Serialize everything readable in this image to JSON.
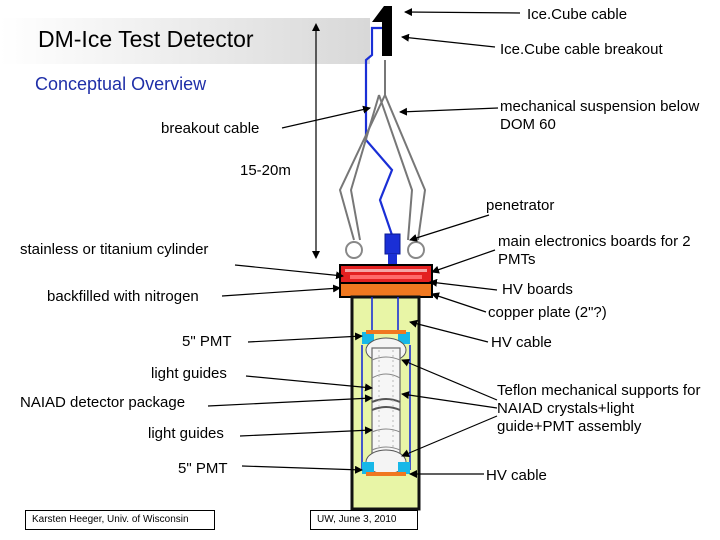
{
  "title": "DM-Ice Test Detector",
  "subtitle": "Conceptual Overview",
  "labels": {
    "icecube_cable": "Ice.Cube cable",
    "icecube_cable_breakout": "Ice.Cube cable breakout",
    "mechanical_suspension": "mechanical suspension below DOM 60",
    "breakout_cable": "breakout cable",
    "length": "15-20m",
    "penetrator": "penetrator",
    "main_electronics": "main electronics boards for 2 PMTs",
    "cylinder": "stainless or titanium cylinder",
    "backfilled": "backfilled with nitrogen",
    "hv_boards": "HV boards",
    "copper_plate": "copper plate (2\"?)",
    "pmt_top": "5\" PMT",
    "hv_cable_top": "HV cable",
    "light_guides_top": "light guides",
    "naiad_package": "NAIAD detector package",
    "teflon_supports": "Teflon mechanical supports for NAIAD crystals+light guide+PMT assembly",
    "light_guides_bottom": "light guides",
    "pmt_bottom": "5\" PMT",
    "hv_cable_bottom": "HV cable"
  },
  "footer": {
    "author": "Karsten Heeger, Univ. of Wisconsin",
    "date": "UW, June 3, 2010"
  },
  "colors": {
    "subtitle": "#1f2fa8",
    "cable": "#1a2fd6",
    "cylinder_fill": "#e8f5a6",
    "cylinder_border": "#111111",
    "electronics_red": "#e32020",
    "copper_orange": "#f07820",
    "pmt_cyan": "#18b8e8"
  }
}
